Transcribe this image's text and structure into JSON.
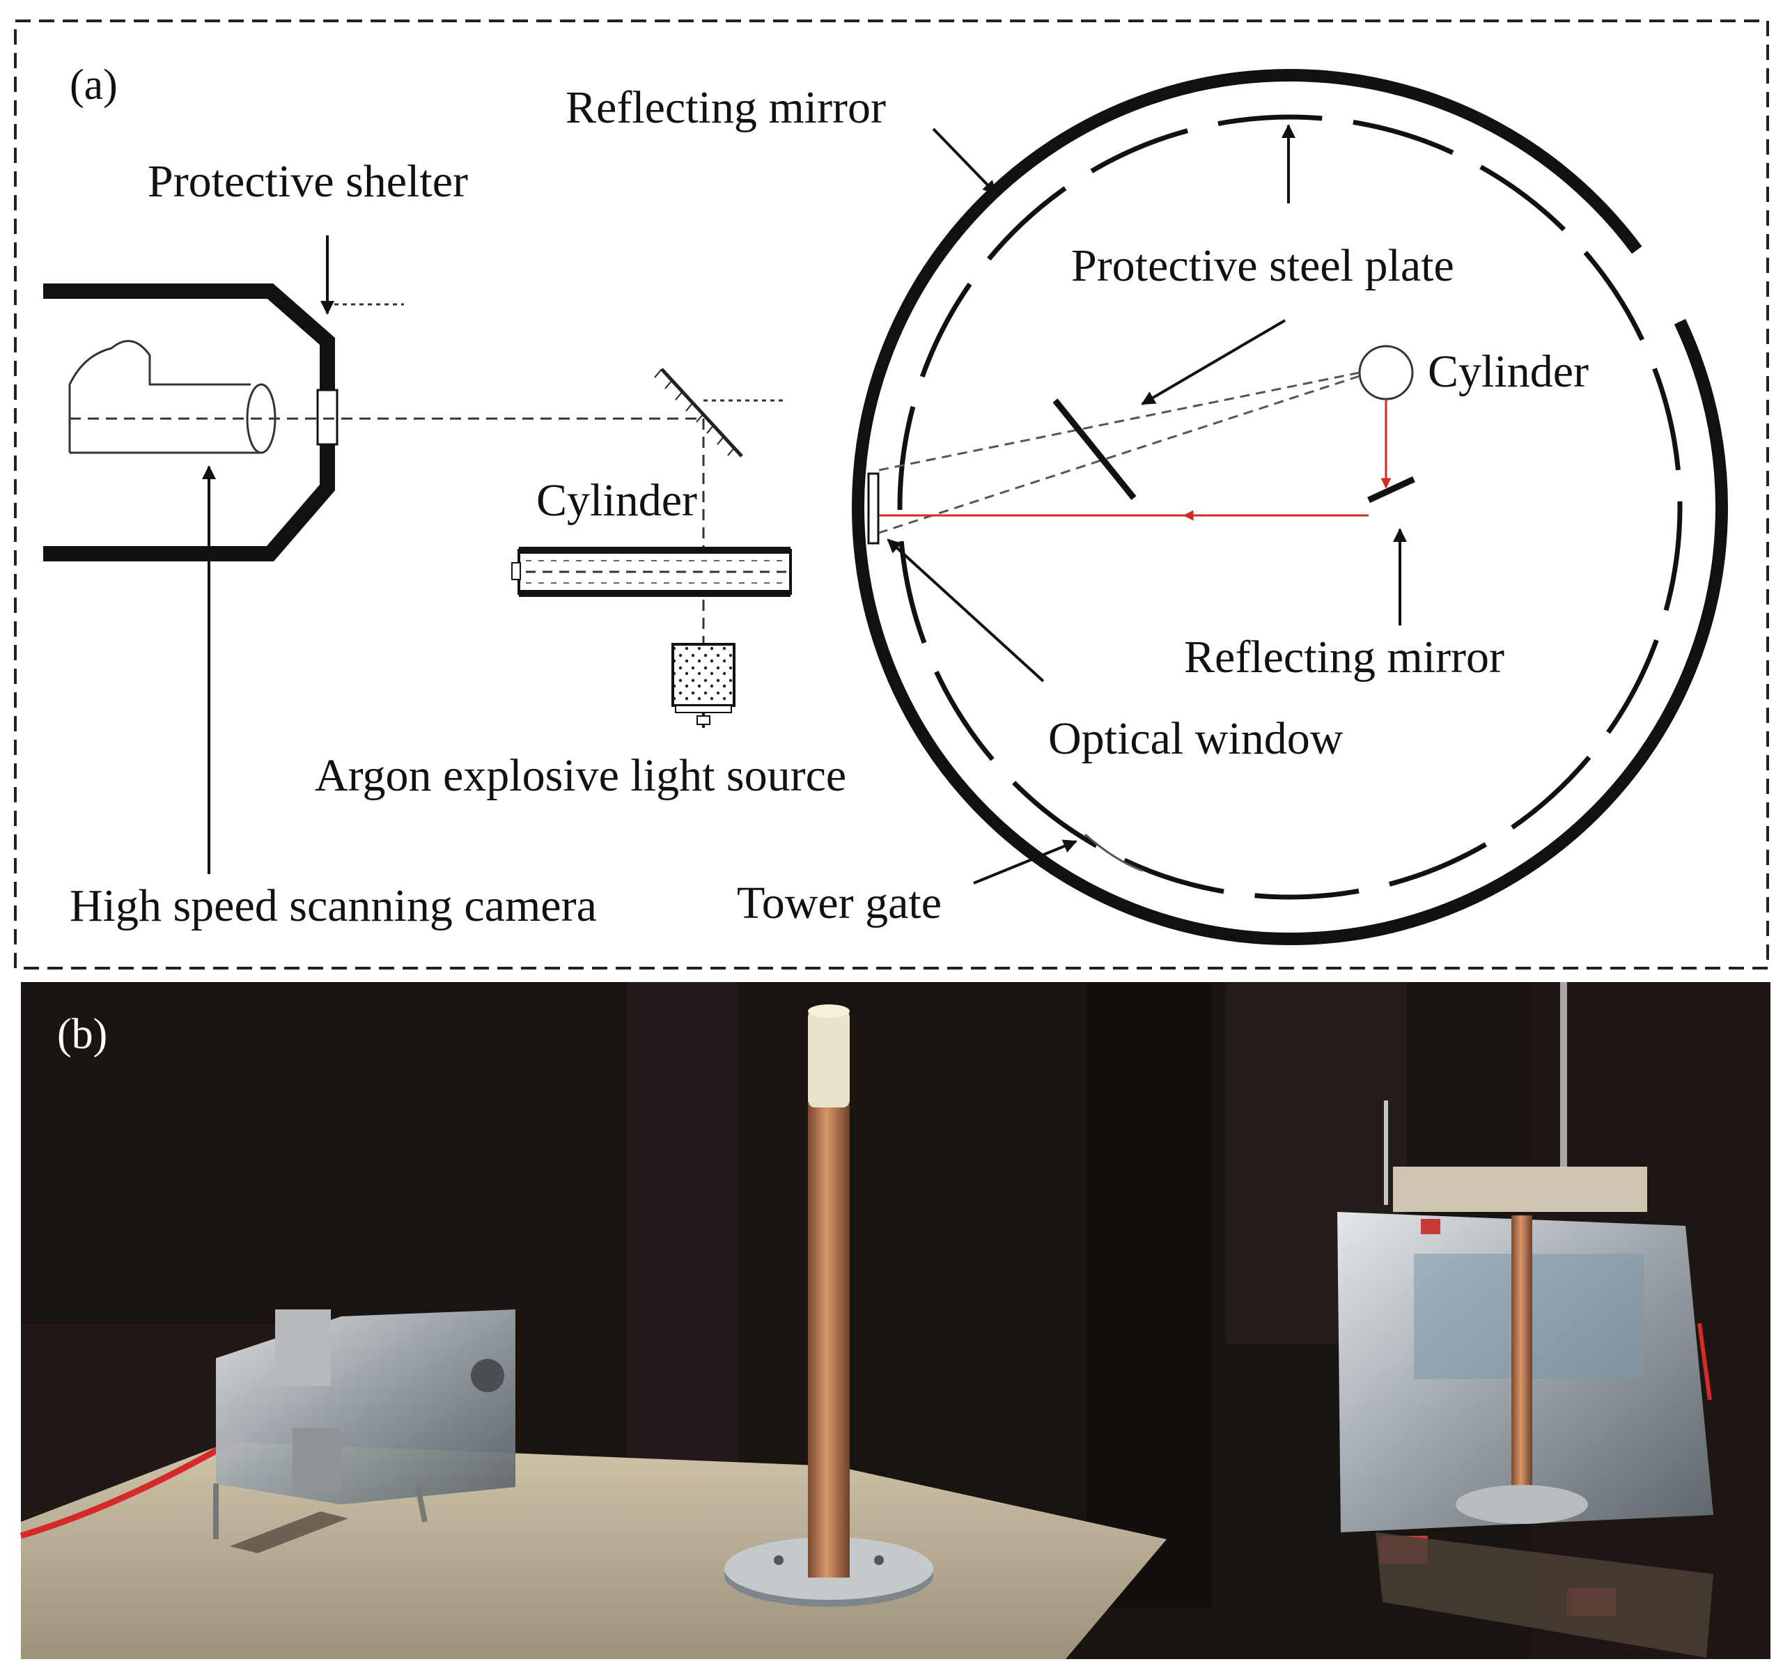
{
  "panel_a": {
    "label": "(a)",
    "labels": {
      "reflecting_mirror_top": "Reflecting mirror",
      "protective_shelter": "Protective shelter",
      "protective_steel_plate": "Protective steel plate",
      "cylinder_right": "Cylinder",
      "cylinder_center": "Cylinder",
      "reflecting_mirror_inner": "Reflecting mirror",
      "optical_window": "Optical window",
      "argon_light_source": "Argon explosive light source",
      "high_speed_camera": "High speed scanning camera",
      "tower_gate": "Tower gate"
    }
  },
  "panel_b": {
    "label": "(b)"
  },
  "colors": {
    "ink": "#111111",
    "laser_red": "#d42a2a",
    "photo_bg": "#1a1411",
    "table": "#bfb49c",
    "copper": "#b8744e",
    "mirror": "#c8ccd0"
  }
}
